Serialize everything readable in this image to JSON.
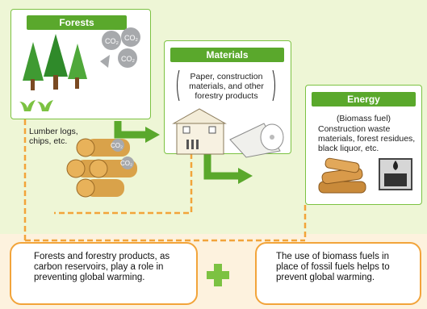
{
  "forests": {
    "title": "Forests",
    "co2": "CO₂",
    "sub_caption": "Lumber logs, chips, etc."
  },
  "materials": {
    "title": "Materials",
    "caption": "Paper, construction materials, and other forestry products"
  },
  "energy": {
    "title": "Energy",
    "subtitle": "(Biomass fuel)",
    "caption": "Construction waste materials, forest residues, black liquor, etc."
  },
  "notes": {
    "left": "Forests and forestry products, as carbon reservoirs, play a role in preventing global warming.",
    "right": "The use of biomass fuels in place of fossil fuels helps to prevent global warming."
  },
  "colors": {
    "green": "#5aa82c",
    "orange": "#f2a43a",
    "bg_top": "#eef6d6",
    "bg_bottom": "#fdf2de"
  }
}
